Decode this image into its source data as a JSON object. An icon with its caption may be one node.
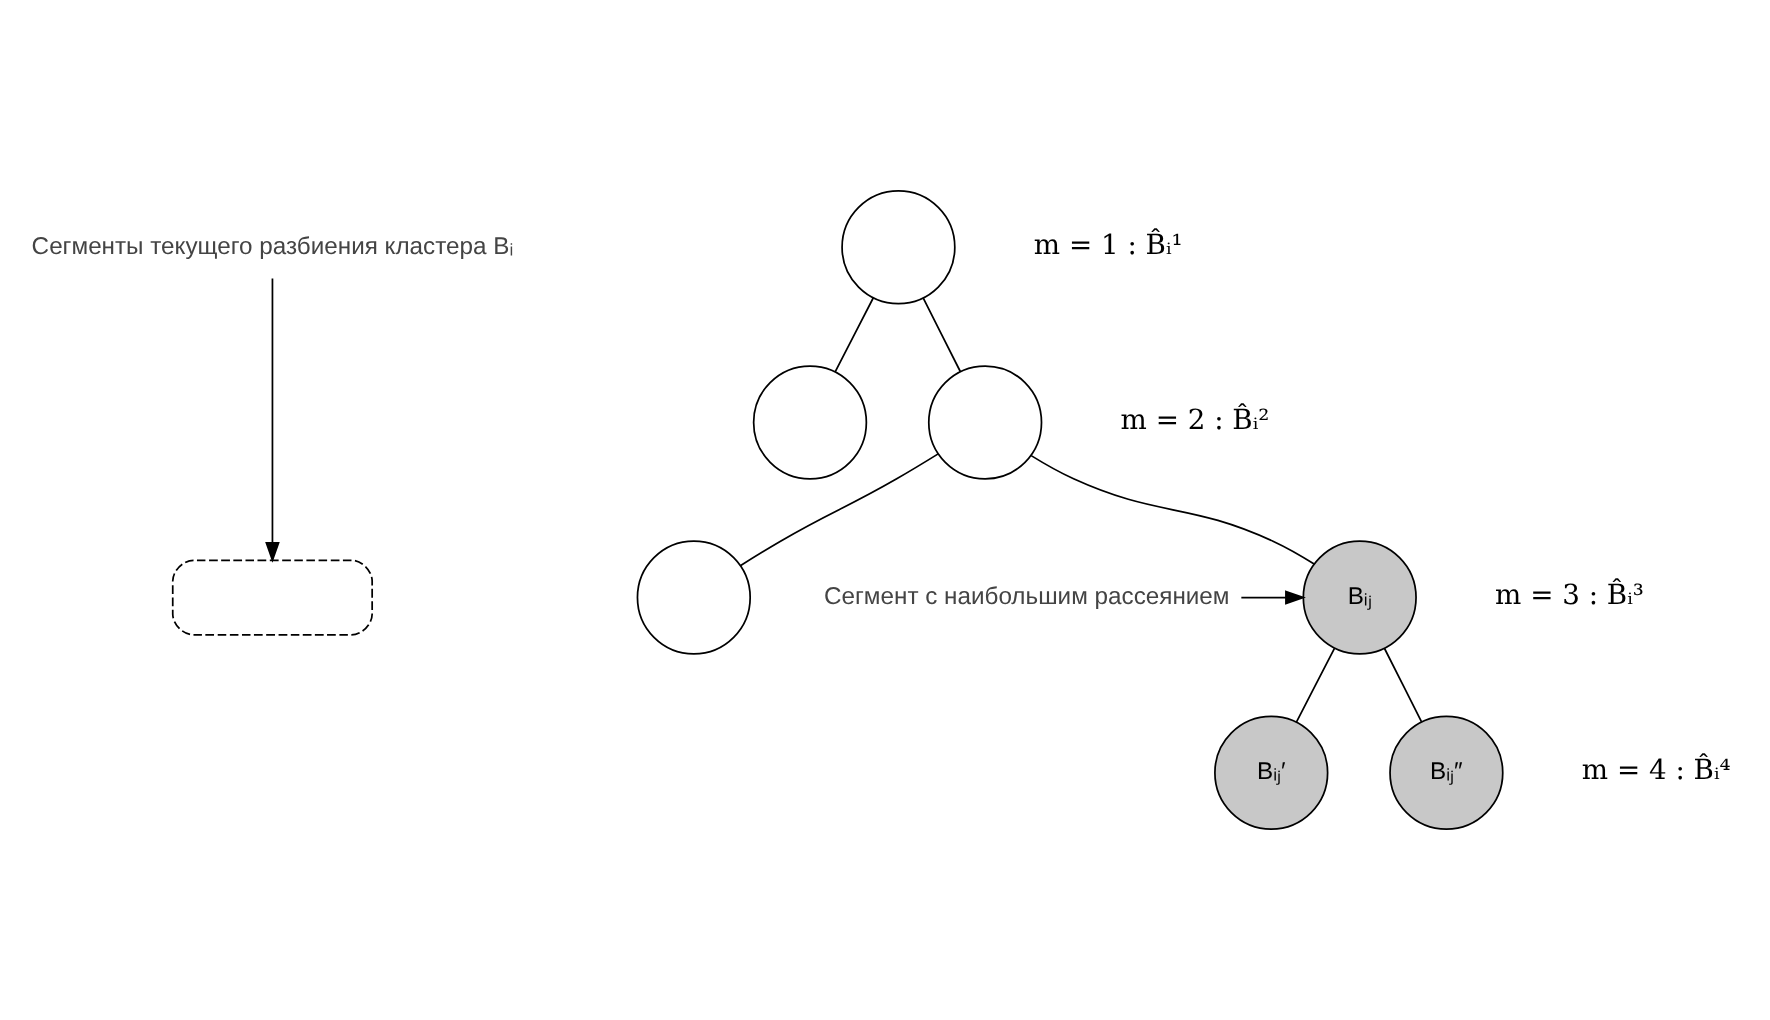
{
  "diagram": {
    "nodes": [
      {
        "text": [
          "Сегменты текущего разбиения кластера Bᵢ"
        ]
      },
      {
        "text": [],
        "shape": "circle"
      },
      {
        "text": [],
        "shape": "circle"
      },
      {
        "text": [],
        "shape": "circle"
      },
      {
        "text": [],
        "shape": "box"
      },
      {
        "text": [
          "Сегмент с наибольшим рассеянием"
        ]
      },
      {
        "text": [
          "Bᵢⱼ"
        ]
      },
      {
        "text": [],
        "shape": "circle"
      },
      {
        "text": [
          "Bᵢⱼ′"
        ]
      },
      {
        "text": [
          "Bᵢⱼ″"
        ]
      }
    ],
    "edges": [
      {
        "from": 1,
        "to": 2,
        "arrow": "none"
      },
      {
        "from": 1,
        "to": 3,
        "arrow": "none"
      },
      {
        "from": 3,
        "to": 6,
        "arrow": "none"
      },
      {
        "from": 3,
        "to": 7,
        "arrow": "none"
      },
      {
        "from": 6,
        "to": 8,
        "arrow": "none"
      },
      {
        "from": 6,
        "to": 9,
        "arrow": "none"
      },
      {
        "from": 0,
        "to": 4,
        "arrow": "to"
      },
      {
        "from": 5,
        "to": 6,
        "arrow": "to"
      }
    ],
    "labels": [
      "m = 1 : B̂ᵢ¹",
      "m = 2 : B̂ᵢ²",
      "m = 3 : B̂ᵢ³",
      "m = 4 : B̂ᵢ⁴"
    ]
  }
}
